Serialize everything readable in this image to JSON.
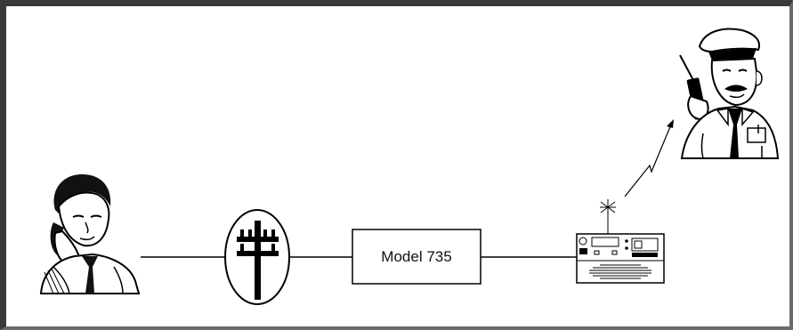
{
  "diagram": {
    "model_box": {
      "label": "Model 735"
    },
    "nodes": [
      {
        "id": "caller",
        "icon": "person-on-telephone-icon"
      },
      {
        "id": "telephone-line",
        "icon": "utility-pole-icon"
      },
      {
        "id": "model-735",
        "icon": "box"
      },
      {
        "id": "base-radio",
        "icon": "base-station-radio-icon"
      },
      {
        "id": "field-user",
        "icon": "officer-with-handheld-radio-icon"
      }
    ],
    "links": [
      "wired",
      "wired",
      "wired",
      "wireless"
    ]
  }
}
